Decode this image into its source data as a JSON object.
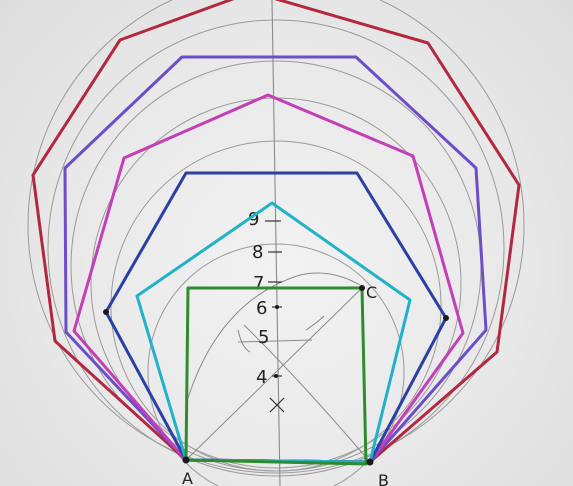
{
  "diagram": {
    "vertex_labels": {
      "a": "A",
      "b": "B",
      "c": "C"
    },
    "axis_marks": [
      "4",
      "5",
      "6",
      "7",
      "8",
      "9"
    ],
    "polygons": [
      {
        "sides": 4,
        "color": "#2e8b2e"
      },
      {
        "sides": 5,
        "color": "#1fb2c8"
      },
      {
        "sides": 6,
        "color": "#2b3fa6"
      },
      {
        "sides": 7,
        "color": "#c23fb8"
      },
      {
        "sides": 8,
        "color": "#6a4fc8"
      },
      {
        "sides": 9,
        "color": "#b3283f"
      }
    ],
    "construction_line_color": "#9a9a9a"
  }
}
